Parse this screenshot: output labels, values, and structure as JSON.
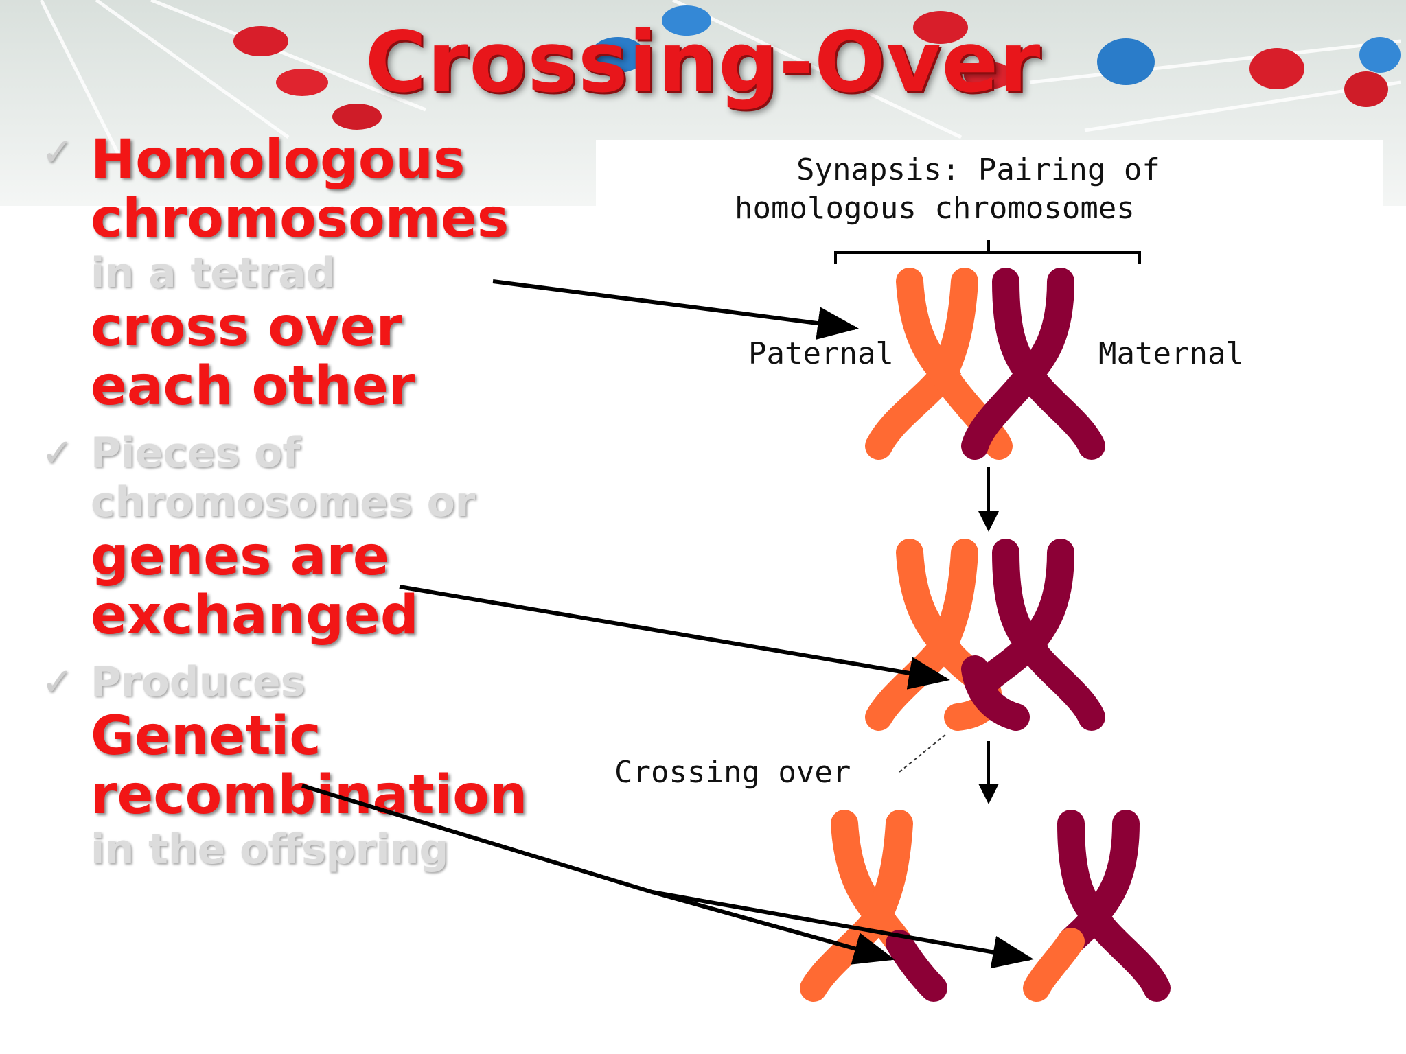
{
  "title": "Crossing-Over",
  "bullets": [
    {
      "icon": "check-icon",
      "parts": [
        {
          "text": "Homologous chromosomes",
          "style": "red"
        },
        {
          "text": "in a tetrad",
          "style": "gray"
        },
        {
          "text": "cross over each other",
          "style": "red"
        }
      ]
    },
    {
      "icon": "check-icon",
      "parts": [
        {
          "text": "Pieces of chromosomes or",
          "style": "gray"
        },
        {
          "text": "genes are exchanged",
          "style": "red"
        }
      ]
    },
    {
      "icon": "check-icon",
      "parts": [
        {
          "text": "Produces",
          "style": "gray"
        },
        {
          "text": "Genetic recombination",
          "style": "red"
        },
        {
          "text": "in the offspring",
          "style": "gray"
        }
      ]
    }
  ],
  "diagram": {
    "synapsis_line1": "Synapsis: Pairing of",
    "synapsis_line2": "homologous chromosomes",
    "paternal": "Paternal",
    "maternal": "Maternal",
    "crossing_over": "Crossing over"
  },
  "colors": {
    "paternal": "#ff6a33",
    "maternal": "#8c0036",
    "title": "#e8161b",
    "emphasis": "#f21616"
  }
}
